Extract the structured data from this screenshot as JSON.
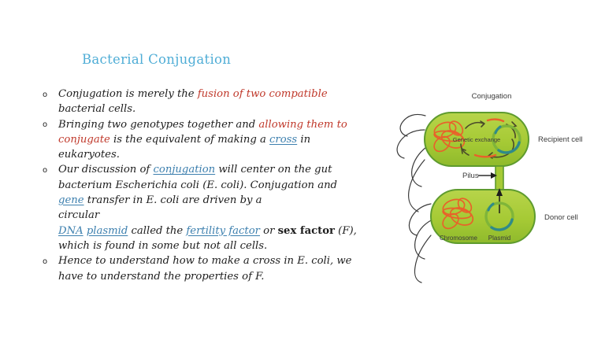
{
  "slide": {
    "title": "Bacterial Conjugation",
    "background_color": "#ffffff",
    "title_color": "#4FADD6",
    "text_color": "#1d1d1d",
    "highlight_color": "#C0392B",
    "link_color": "#3C7FAE"
  },
  "bullets": [
    {
      "marker": "o",
      "segments": [
        {
          "text": "Conjugation is merely the ",
          "style": "plain"
        },
        {
          "text": "fusion of two compatible",
          "style": "red"
        },
        {
          "text": " bacterial cells.",
          "style": "plain"
        }
      ]
    },
    {
      "marker": "o",
      "segments": [
        {
          "text": "Bringing two genotypes together and ",
          "style": "plain"
        },
        {
          "text": "allowing them to conjugate",
          "style": "red"
        },
        {
          "text": " is the equivalent of making a ",
          "style": "plain"
        },
        {
          "text": "cross",
          "style": "link"
        },
        {
          "text": " in eukaryotes.",
          "style": "plain"
        }
      ]
    },
    {
      "marker": "o",
      "segments": [
        {
          "text": "Our discussion of ",
          "style": "plain"
        },
        {
          "text": "conjugation",
          "style": "link"
        },
        {
          "text": " will center on the gut bacterium Escherichia coli (E. coli). Conjugation and ",
          "style": "plain"
        },
        {
          "text": "gene",
          "style": "link"
        },
        {
          "text": " transfer in E. coli are driven by a",
          "style": "plain"
        },
        {
          "text": "circular ",
          "style": "plain-newline"
        },
        {
          "text": "DNA",
          "style": "link"
        },
        {
          "text": " ",
          "style": "plain"
        },
        {
          "text": "plasmid",
          "style": "link"
        },
        {
          "text": " called the ",
          "style": "plain"
        },
        {
          "text": "fertility factor",
          "style": "link"
        },
        {
          "text": " or ",
          "style": "plain"
        },
        {
          "text": "sex factor",
          "style": "bold"
        },
        {
          "text": " (F), which is found in some but not all cells.",
          "style": "plain"
        }
      ]
    },
    {
      "marker": "o",
      "segments": [
        {
          "text": "Hence to understand how to make a cross in E. coli, we have to understand the properties of F.",
          "style": "plain"
        }
      ]
    }
  ],
  "diagram": {
    "title": "Conjugation",
    "labels": {
      "genetic_exchange": "Genetic exchange",
      "recipient_cell": "Recipient cell",
      "pilus": "Pilus",
      "donor_cell": "Donor cell",
      "chromosome": "Chromosome",
      "plasmid": "Plasmid"
    },
    "colors": {
      "cell_fill": "#A9CC3C",
      "cell_border": "#5E9B2E",
      "chromosome": "#E8622A",
      "plasmid_ring": "#7FB539",
      "plasmid_accent": "#2F8A8A",
      "flagella": "#3a3a3a",
      "arrow": "#4a4a2a",
      "label_text": "#3a3a3a"
    }
  }
}
